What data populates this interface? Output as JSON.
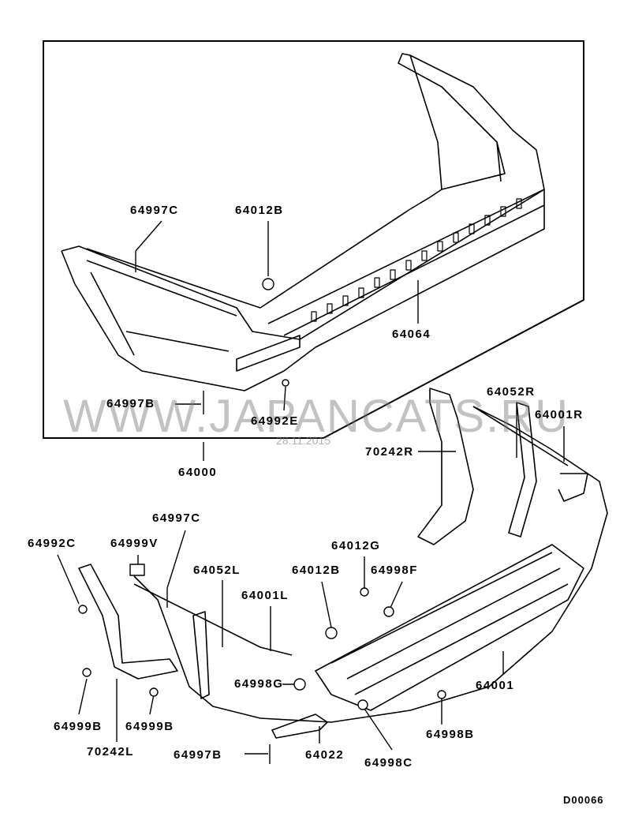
{
  "watermark": {
    "site": "WWW.JAPANCATS.RU",
    "date": "28.11.2015"
  },
  "diagram_code": "D00066",
  "parts": [
    {
      "label": "64997C"
    },
    {
      "label": "64012B"
    },
    {
      "label": "64064"
    },
    {
      "label": "64997B"
    },
    {
      "label": "64992E"
    },
    {
      "label": "64000"
    },
    {
      "label": "64052R"
    },
    {
      "label": "64001R"
    },
    {
      "label": "70242R"
    },
    {
      "label": "64997C"
    },
    {
      "label": "64992C"
    },
    {
      "label": "64999V"
    },
    {
      "label": "64052L"
    },
    {
      "label": "64012G"
    },
    {
      "label": "64001L"
    },
    {
      "label": "64012B"
    },
    {
      "label": "64998F"
    },
    {
      "label": "64998G"
    },
    {
      "label": "64001"
    },
    {
      "label": "64999B"
    },
    {
      "label": "64999B"
    },
    {
      "label": "70242L"
    },
    {
      "label": "64997B"
    },
    {
      "label": "64022"
    },
    {
      "label": "64998C"
    },
    {
      "label": "64998B"
    }
  ]
}
